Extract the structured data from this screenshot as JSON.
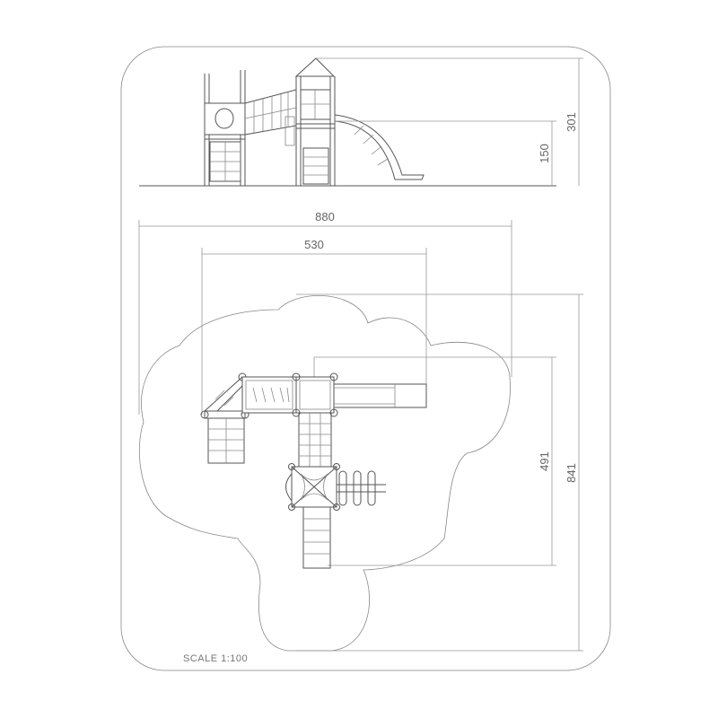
{
  "dimensions": {
    "total_height": "301",
    "platform_height": "150",
    "total_width": "880",
    "structure_width": "530",
    "structure_depth": "491",
    "total_depth": "841"
  },
  "scale_label": "SCALE 1:100",
  "colors": {
    "line": "#555555",
    "dimension": "#999999",
    "text": "#666666"
  }
}
